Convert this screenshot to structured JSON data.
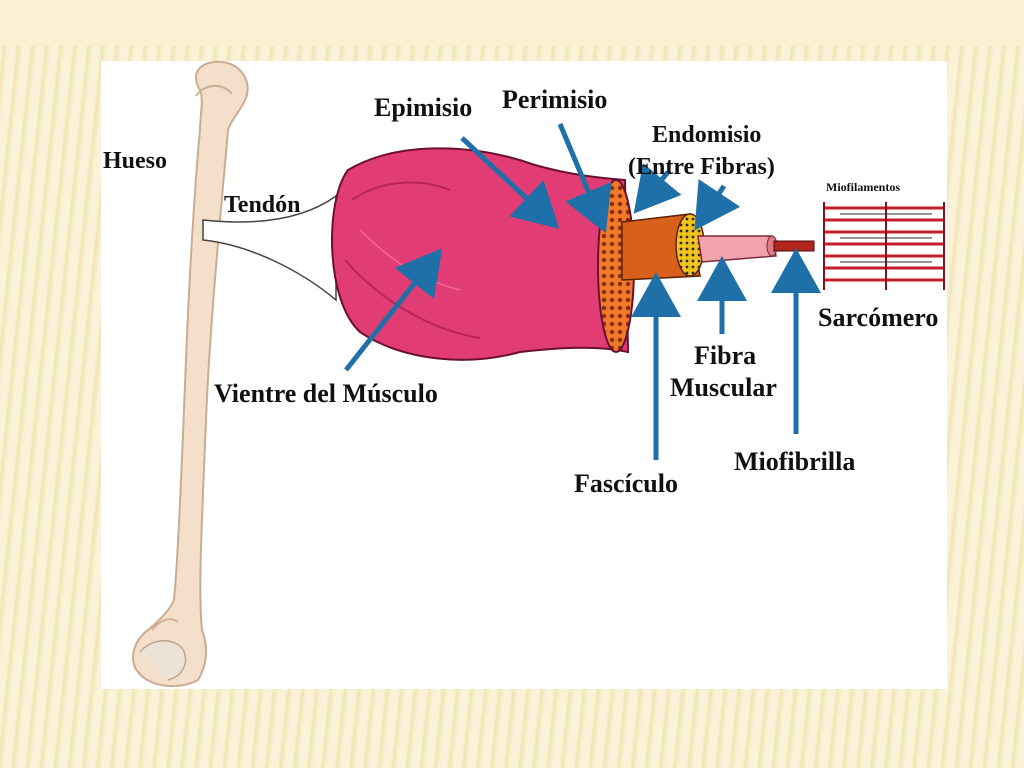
{
  "colors": {
    "muscle": "#e23c74",
    "muscle_dark": "#b8245a",
    "bone": "#f3dec8",
    "fascicle": "#d9601a",
    "fascicle_core": "#e4b11a",
    "fiber": "#f2a2ad",
    "myofibril": "#b3241e",
    "arrow": "#1f6fa8",
    "sarcomere": "#c51e2b"
  },
  "labels": {
    "hueso": "Hueso",
    "tendon": "Tendón",
    "epimisio": "Epimisio",
    "perimisio": "Perimisio",
    "endomisio_1": "Endomisio",
    "endomisio_2": "(Entre Fibras)",
    "miofilamentos": "Miofilamentos",
    "sarcomero": "Sarcómero",
    "vientre": "Vientre del Músculo",
    "fibra_1": "Fibra",
    "fibra_2": "Muscular",
    "fasciculo": "Fascículo",
    "miofibrilla": "Miofibrilla"
  }
}
